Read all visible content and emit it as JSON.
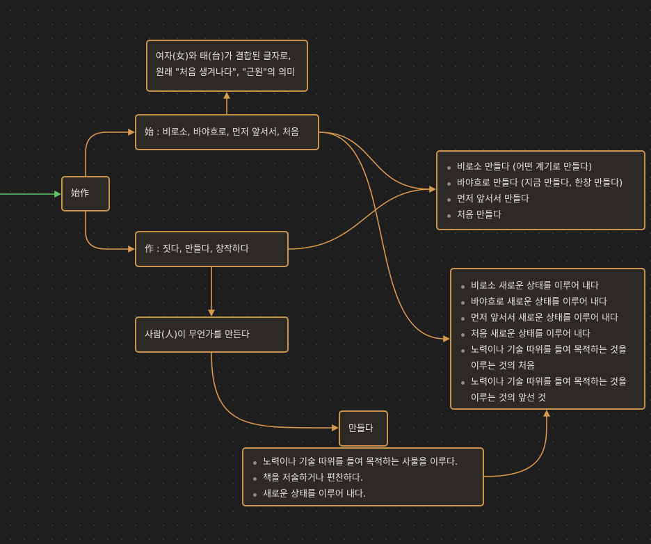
{
  "colors": {
    "background": "#1e1e1e",
    "node_border": "#c9954e",
    "node_fill": "#2d2924",
    "edge": "#d9994e",
    "incoming_edge": "#5ec46b",
    "text": "#e2e2e2"
  },
  "nodes": {
    "root": {
      "label": "始作"
    },
    "si": {
      "label": "始 : 비로소, 바야흐로, 먼저 앞서서, 처음"
    },
    "si_origin": {
      "lines": [
        "여자(女)와 태(台)가 결합된 글자로,",
        "원래 \"처음 생겨나다\", \"근원\"의 의미"
      ]
    },
    "jak": {
      "label": "作 : 짓다, 만들다, 창작하다"
    },
    "jak_origin": {
      "label": "사람(人)이 무언가를 만든다"
    },
    "mandeulda": {
      "label": "만들다"
    },
    "mandeulda_meanings": {
      "items": [
        "노력이나 기술 따위를 들여 목적하는 사물을 이루다.",
        "책을 저술하거나 편찬하다.",
        "새로운 상태를 이루어 내다."
      ]
    },
    "combo_make": {
      "items": [
        "비로소 만들다 (어떤 계기로 만들다)",
        "바야흐로 만들다 (지금 만들다, 한창 만들다)",
        "먼저 앞서서 만들다",
        "처음 만들다"
      ]
    },
    "combo_state": {
      "items": [
        "비로소 새로운 상태를 이루어 내다",
        "바야흐로 새로운 상태를 이루어 내다",
        "먼저 앞서서 새로운 상태를 이루어 내다",
        "처음 새로운 상태를 이루어 내다",
        "노력이나 기술 따위를 들여 목적하는 것을 이루는 것의 처음",
        "노력이나 기술 따위를 들여 목적하는 것을 이루는 것의 앞선 것"
      ]
    }
  }
}
